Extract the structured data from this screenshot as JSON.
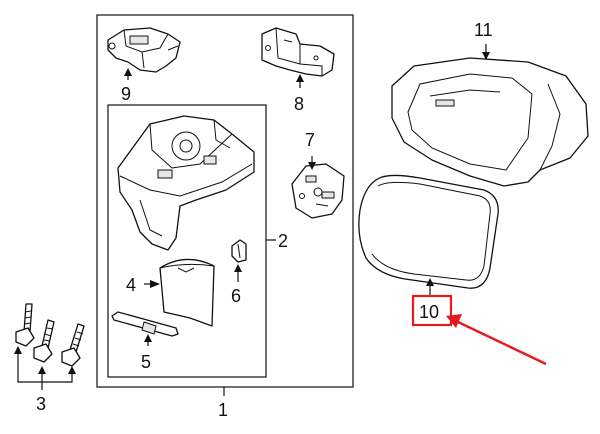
{
  "callouts": {
    "c1": "1",
    "c2": "2",
    "c3": "3",
    "c4": "4",
    "c5": "5",
    "c6": "6",
    "c7": "7",
    "c8": "8",
    "c9": "9",
    "c10": "10",
    "c11": "11"
  },
  "colors": {
    "linework": "#111111",
    "highlight": "#e8191c",
    "background": "#ffffff"
  },
  "highlighted_part": "10"
}
